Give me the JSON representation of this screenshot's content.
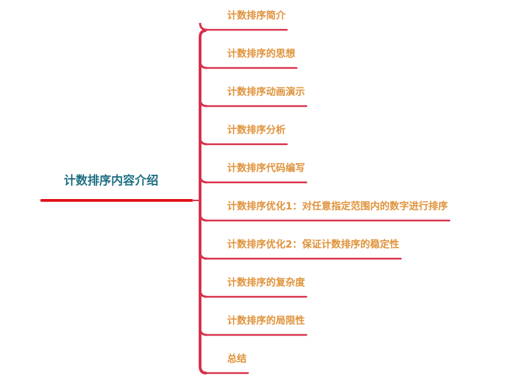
{
  "root": {
    "label": "计数排序内容介绍"
  },
  "branches": [
    {
      "label": "计数排序简介"
    },
    {
      "label": "计数排序的思想"
    },
    {
      "label": "计数排序动画演示"
    },
    {
      "label": "计数排序分析"
    },
    {
      "label": "计数排序代码编写"
    },
    {
      "label": "计数排序优化1：对任意指定范围内的数字进行排序"
    },
    {
      "label": "计数排序优化2：保证计数排序的稳定性"
    },
    {
      "label": "计数排序的复杂度"
    },
    {
      "label": "计数排序的局限性"
    },
    {
      "label": "总结"
    }
  ],
  "colors": {
    "root_text": "#1f6f82",
    "root_line": "#e0141c",
    "branch_text": "#e0923a",
    "branch_line": "#d8304a"
  }
}
